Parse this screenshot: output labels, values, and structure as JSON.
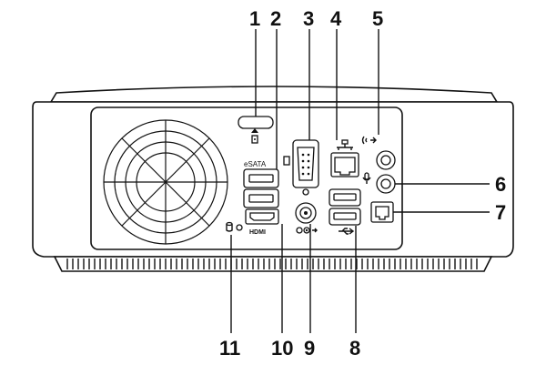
{
  "callouts": [
    "1",
    "2",
    "3",
    "4",
    "5",
    "6",
    "7",
    "8",
    "9",
    "10",
    "11"
  ],
  "port_labels": {
    "esata": "eSATA",
    "hdmi": "HDMI"
  },
  "icons": {
    "eject": "eject-icon",
    "vga": "monitor-icon",
    "network": "network-icon",
    "audio_out": "speaker-icon",
    "mic": "microphone-icon",
    "usb": "usb-icon",
    "power_connector": "dc-power-icon",
    "power_light": "power-light-icon",
    "hdd_light": "hard-drive-icon"
  }
}
